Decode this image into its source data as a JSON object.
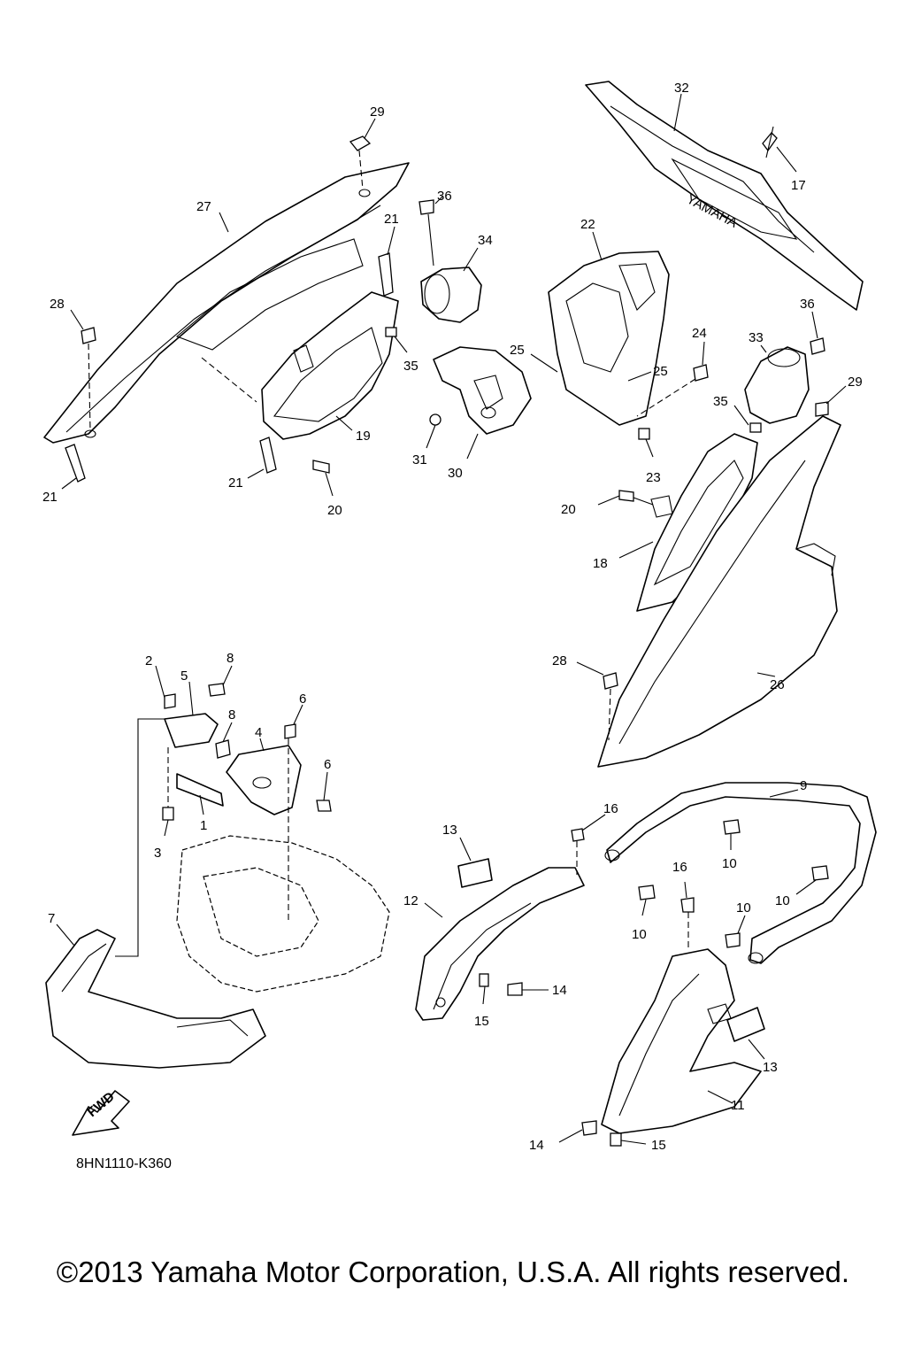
{
  "diagram": {
    "reference_code": "8HN1110-K360",
    "copyright": "©2013 Yamaha Motor Corporation, U.S.A. All rights reserved.",
    "fwd_label": "FWD",
    "decal_text": "YAMAHA",
    "callouts": {
      "c1": "1",
      "c2": "2",
      "c3": "3",
      "c4": "4",
      "c5": "5",
      "c6a": "6",
      "c6b": "6",
      "c7": "7",
      "c8a": "8",
      "c8b": "8",
      "c9": "9",
      "c10a": "10",
      "c10b": "10",
      "c10c": "10",
      "c10d": "10",
      "c11": "11",
      "c12": "12",
      "c13a": "13",
      "c13b": "13",
      "c14a": "14",
      "c14b": "14",
      "c15a": "15",
      "c15b": "15",
      "c16a": "16",
      "c16b": "16",
      "c17": "17",
      "c18": "18",
      "c19": "19",
      "c20a": "20",
      "c20b": "20",
      "c21a": "21",
      "c21b": "21",
      "c21c": "21",
      "c22": "22",
      "c23": "23",
      "c24": "24",
      "c25a": "25",
      "c25b": "25",
      "c26": "26",
      "c27": "27",
      "c28a": "28",
      "c28b": "28",
      "c29a": "29",
      "c29b": "29",
      "c30": "30",
      "c31": "31",
      "c32": "32",
      "c33": "33",
      "c34": "34",
      "c35a": "35",
      "c35b": "35",
      "c36a": "36",
      "c36b": "36"
    }
  }
}
